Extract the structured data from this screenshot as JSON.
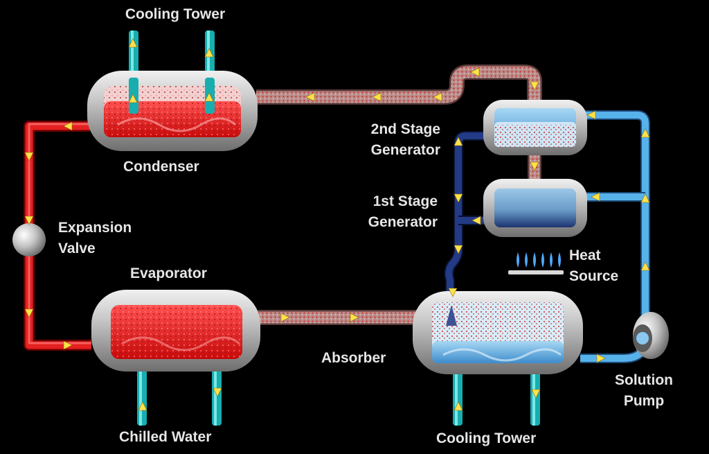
{
  "labels": {
    "cooling_tower_top": "Cooling Tower",
    "condenser": "Condenser",
    "expansion_valve_line1": "Expansion",
    "expansion_valve_line2": "Valve",
    "evaporator": "Evaporator",
    "chilled_water": "Chilled Water",
    "second_stage_line1": "2nd Stage",
    "second_stage_line2": "Generator",
    "first_stage_line1": "1st Stage",
    "first_stage_line2": "Generator",
    "heat_line1": "Heat",
    "heat_line2": "Source",
    "absorber": "Absorber",
    "solution_pump_line1": "Solution",
    "solution_pump_line2": "Pump",
    "cooling_tower_bottom": "Cooling Tower"
  },
  "colors": {
    "refrigerant_liquid": "#e01818",
    "refrigerant_vapor": "#c87a78",
    "solution_strong": "#4aa6e0",
    "solution_weak": "#1a2a66",
    "cooling_water": "#20c8c8",
    "arrow": "#ffe14a",
    "shell": "#c8c8c8"
  }
}
